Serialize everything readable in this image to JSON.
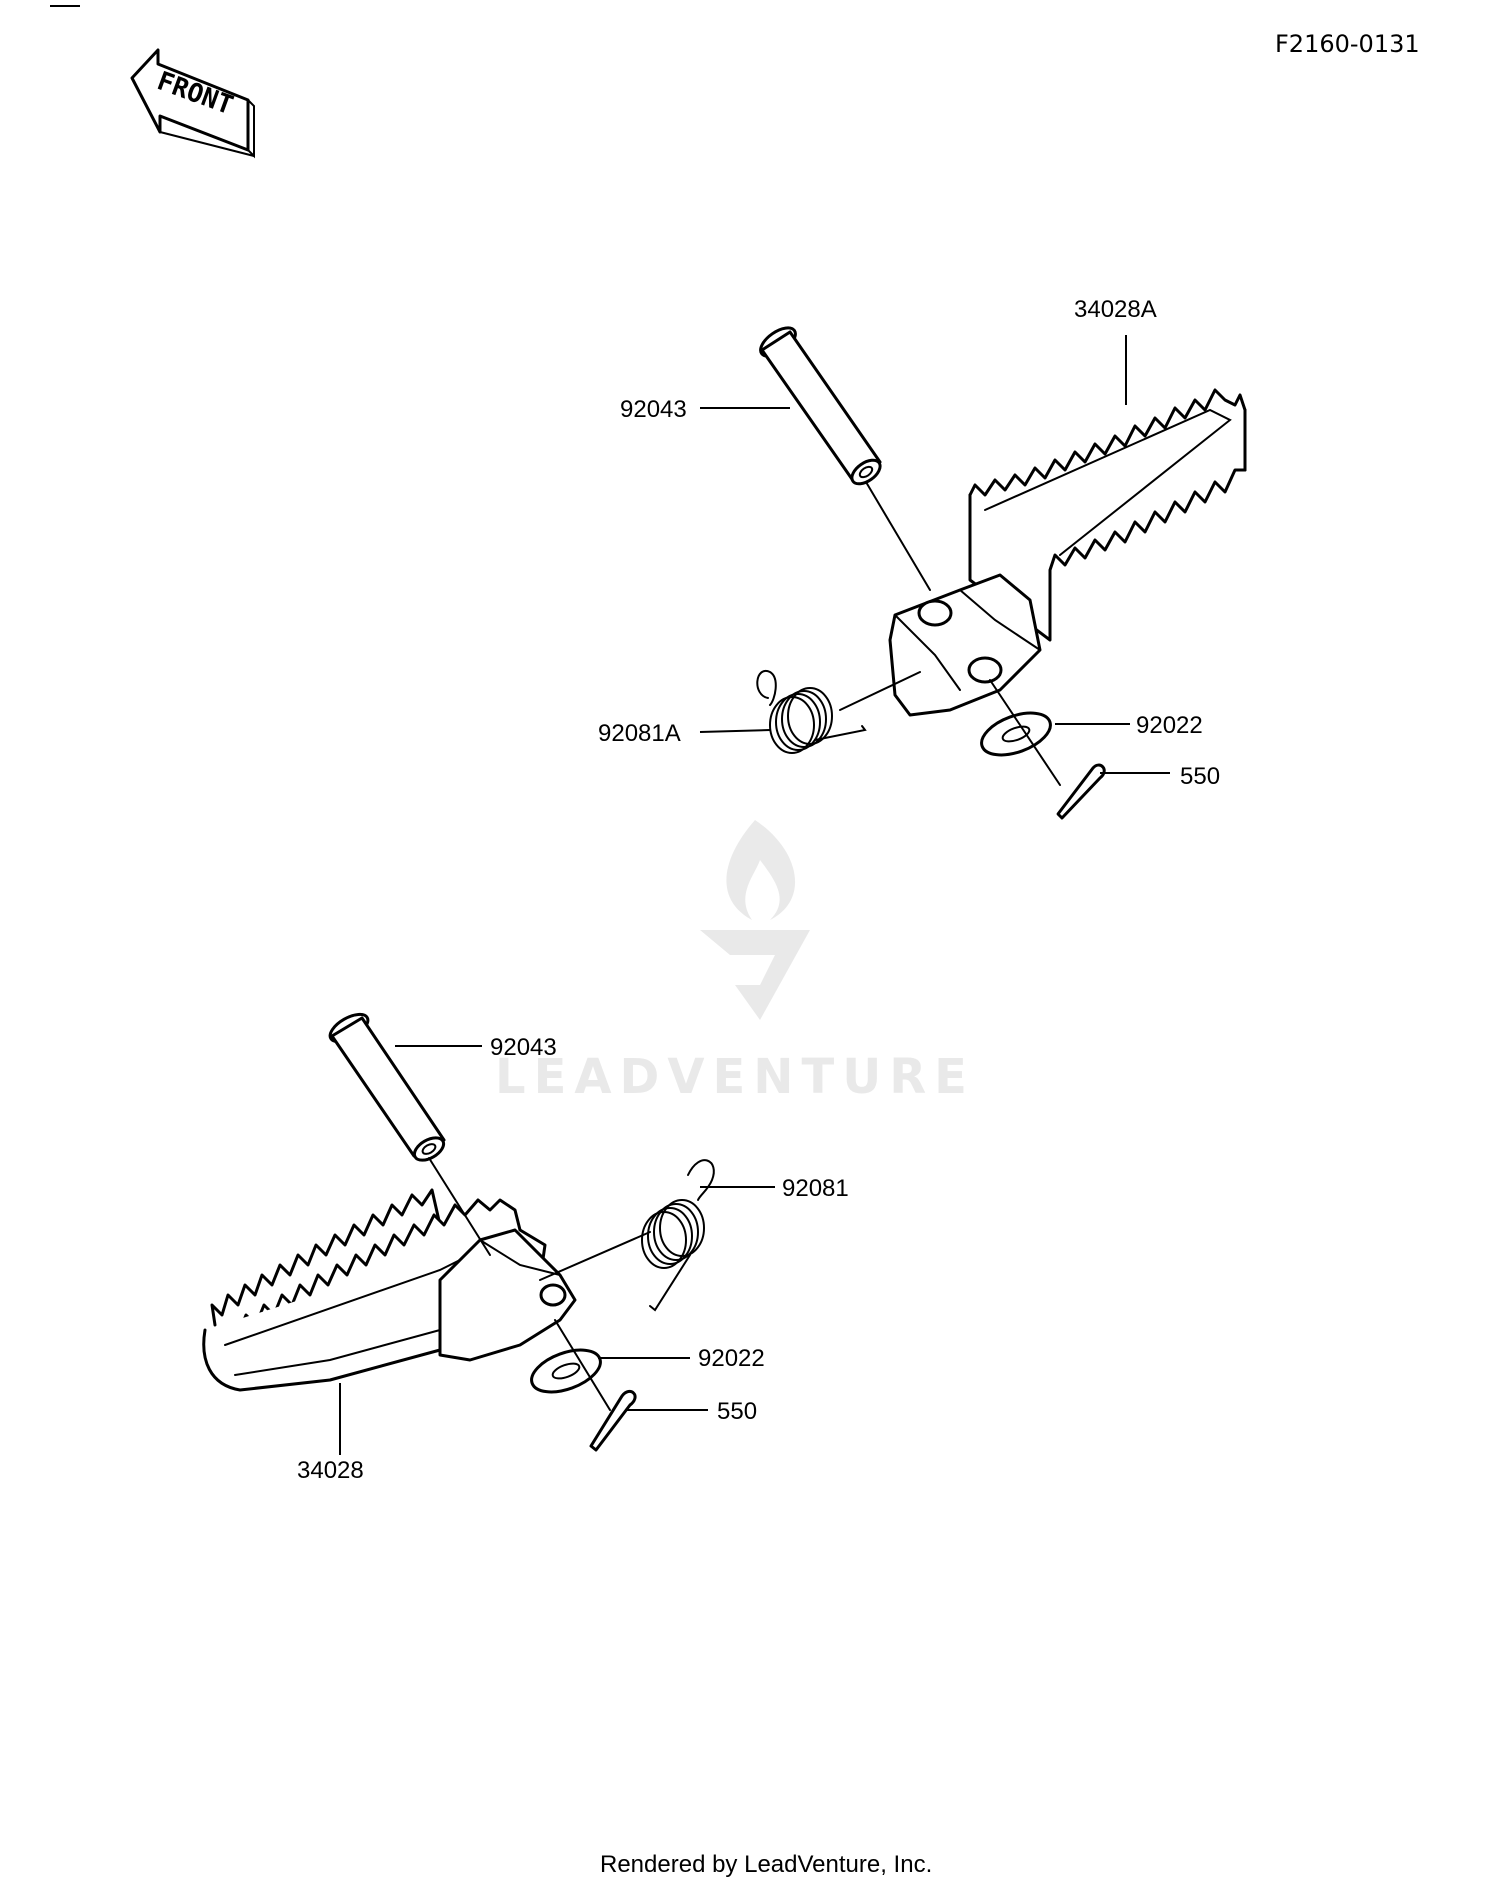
{
  "diagram_code": "F2160-0131",
  "front_label": "FRONT",
  "watermark": "LEADVENTURE",
  "footer": "Rendered by LeadVenture, Inc.",
  "assemblies": [
    {
      "side": "upper",
      "parts": [
        {
          "label": "34028A",
          "name": "footpeg"
        },
        {
          "label": "92043",
          "name": "pin"
        },
        {
          "label": "92081A",
          "name": "spring"
        },
        {
          "label": "92022",
          "name": "washer"
        },
        {
          "label": "550",
          "name": "cotter-pin"
        }
      ]
    },
    {
      "side": "lower",
      "parts": [
        {
          "label": "92043",
          "name": "pin"
        },
        {
          "label": "92081",
          "name": "spring"
        },
        {
          "label": "92022",
          "name": "washer"
        },
        {
          "label": "550",
          "name": "cotter-pin"
        },
        {
          "label": "34028",
          "name": "footpeg"
        }
      ]
    }
  ]
}
